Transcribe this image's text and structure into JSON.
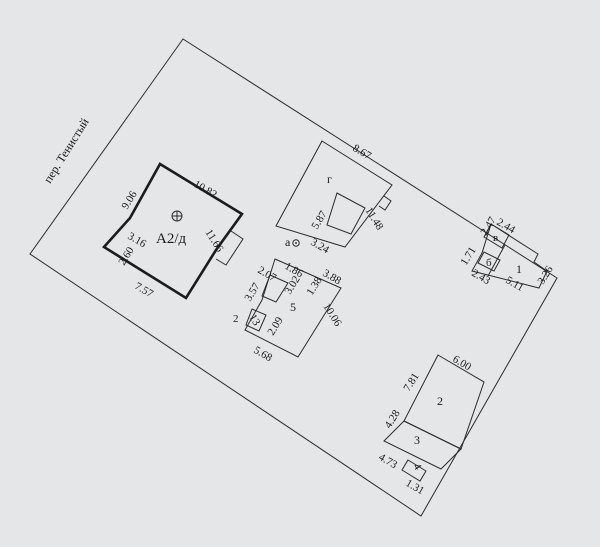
{
  "street_label": "пер. Тенистый",
  "main_house": {
    "label": "А2/д",
    "dims": {
      "top_left": "9.06",
      "top": "10.82",
      "left_a": "3.16",
      "left_b": "2.60",
      "right": "11.66",
      "bottom": "7.57"
    }
  },
  "building_g": {
    "label": "г",
    "dims": {
      "top": "8.67",
      "inner": "5.87",
      "right": "11.48",
      "bottom": "3.24"
    }
  },
  "point_a": {
    "label": "а"
  },
  "building_5": {
    "label": "5",
    "dims": {
      "top_a": "2.07",
      "top_b": "1.86",
      "top_c": "3.88",
      "inner_a": "3.02",
      "inner_b": "1.38",
      "left_a": "3.57",
      "left_b": "2.09",
      "left_c": "2",
      "right": "10.06",
      "bottom": "5.68"
    }
  },
  "building_13": {
    "label": "13"
  },
  "building_1": {
    "label": "1",
    "dims": {
      "a": "2.47",
      "b": "2.44",
      "c": "1.71",
      "d": "2.43",
      "e": "5.11",
      "f": "3.26"
    }
  },
  "building_v": {
    "label": "в"
  },
  "building_b": {
    "label": "б"
  },
  "building_2": {
    "label": "2",
    "dims": {
      "top": "6.00",
      "left": "7.81"
    }
  },
  "building_3": {
    "label": "3",
    "dims": {
      "left": "4.28",
      "bottom_a": "4.73",
      "bottom_b": "1.31"
    }
  },
  "building_4": {
    "label": "4"
  }
}
